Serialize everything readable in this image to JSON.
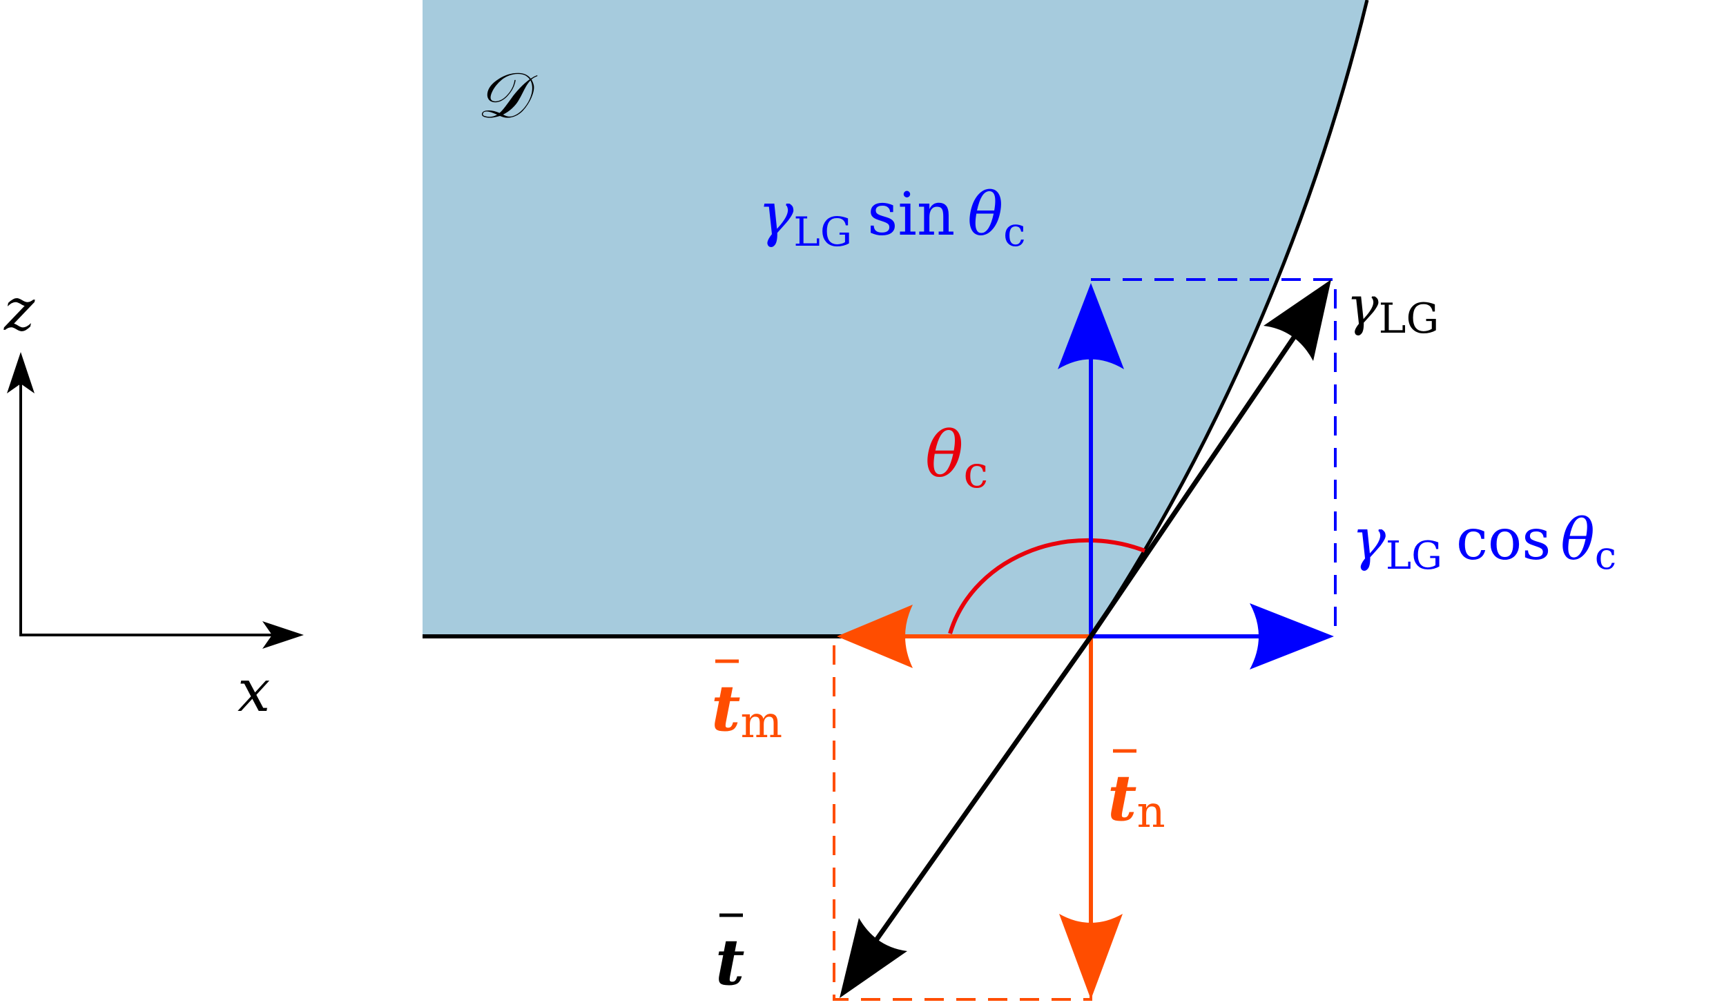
{
  "domain_label": "𝒟",
  "axes": {
    "z": "z",
    "x": "x"
  },
  "labels": {
    "gamma_lg": {
      "gamma": "γ",
      "sub": "LG"
    },
    "gamma_sin": {
      "gamma": "γ",
      "sub": "LG",
      "func": "sin",
      "theta": "θ",
      "theta_sub": "c"
    },
    "gamma_cos": {
      "gamma": "γ",
      "sub": "LG",
      "func": "cos",
      "theta": "θ",
      "theta_sub": "c"
    },
    "theta_c": {
      "theta": "θ",
      "sub": "c"
    },
    "t_m": {
      "t": "t",
      "sub": "m"
    },
    "t_n": {
      "t": "t",
      "sub": "n"
    },
    "t_bar": {
      "t": "t"
    }
  },
  "colors": {
    "domain_fill": "#a6cbdd",
    "blue": "#0000ff",
    "orange": "#ff4d00",
    "red": "#e8000b",
    "black": "#000000"
  }
}
